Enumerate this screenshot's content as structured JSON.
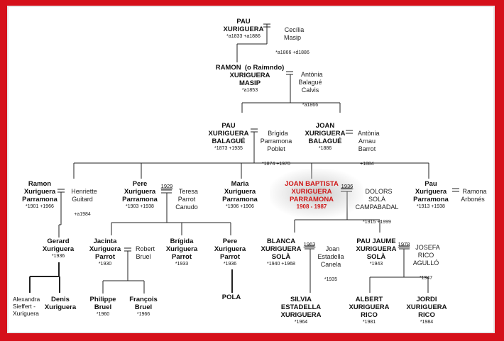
{
  "gen1": {
    "pau": {
      "name": "PAU\nXURIGUERA",
      "dates": "*a1833 +a1886"
    },
    "spouse": {
      "name": "Cecília\nMasip",
      "dates": "*a1866 +d1886"
    }
  },
  "gen2": {
    "ramon": {
      "name": "RAMON  (o Raimndo)\nXURIGUERA\nMASIP",
      "dates": "*a1853"
    },
    "spouse": {
      "name": "Antònia\nBalagué\nCalvis",
      "dates": "*a1866"
    }
  },
  "gen3": {
    "pau": {
      "name": "PAU\nXURIGUERA\nBALAGUÉ",
      "dates": "*1873 +1935"
    },
    "pau_spouse": {
      "name": "Brígida\nParramona\nPoblet",
      "dates": "*1874 +1970"
    },
    "joan": {
      "name": "JOAN\nXURIGUERA\nBALAGUÉ",
      "dates": "*1886"
    },
    "joan_spouse": {
      "name": "Antònia\nArnau\nBarrot",
      "dates": "+1884"
    }
  },
  "gen4": {
    "ramon": {
      "name": "Ramon\nXuriguera\nParramona",
      "dates": "*1901 +1966"
    },
    "ramon_spouse": {
      "name": "Henriette\nGuitard",
      "dates": "+a1984"
    },
    "pere": {
      "name": "Pere\nXuriguera\nParramona",
      "dates": "*1903 +1938"
    },
    "pere_marriage_year": "1929",
    "pere_spouse": {
      "name": "Teresa\nParrot\nCanudo",
      "dates": ""
    },
    "maria": {
      "name": "Maria\nXuriguera\nParramona",
      "dates": "*1906 +1906"
    },
    "joan_baptista": {
      "name": "JOAN BAPTISTA\nXURIGUERA\nPARRAMONA",
      "dates": "1908 - 1987"
    },
    "joan_marriage_year": "1936",
    "joan_spouse": {
      "name": "DOLORS\nSOLÀ\nCAMPABADAL",
      "dates": "*1915 +1999"
    },
    "pau": {
      "name": "Pau\nXuriguera\nParramona",
      "dates": "*1913 +1938"
    },
    "pau_spouse": {
      "name": "Ramona\nArbonés",
      "dates": ""
    }
  },
  "gen5": {
    "gerard": {
      "name": "Gerard\nXuriguera",
      "dates": "*1936"
    },
    "jacinta": {
      "name": "Jacinta\nXuriguera\nParrot",
      "dates": "*1930"
    },
    "jacinta_spouse": {
      "name": "Robert\nBruel",
      "dates": ""
    },
    "brigida": {
      "name": "Brígida\nXuriguera\nParrot",
      "dates": "*1933"
    },
    "pere": {
      "name": "Pere\nXuriguera\nParrot",
      "dates": "*1936"
    },
    "blanca": {
      "name": "BLANCA\nXURIGUERA\nSOLÀ",
      "dates": "*1940 +1968"
    },
    "blanca_marriage_year": "1963",
    "blanca_spouse": {
      "name": "Joan\nEstadella\nCanela",
      "dates": "*1935"
    },
    "pau_jaume": {
      "name": "PAU JAUME\nXURIGUERA\nSOLÀ",
      "dates": "*1943"
    },
    "pau_jaume_marriage_year": "1978",
    "pau_jaume_spouse": {
      "name": "JOSEFA\nRICO\nAGULLÓ",
      "dates": "*1947"
    }
  },
  "gen6": {
    "alexandra": "Alexandra\nSieffert -\nXuriguera",
    "denis": "Denis\nXuriguera",
    "philippe": {
      "name": "Philippe\nBruel",
      "dates": "*1960"
    },
    "francois": {
      "name": "François\nBruel",
      "dates": "*1966"
    },
    "pola": "POLA",
    "silvia": {
      "name": "SILVIA\nESTADELLA\nXURIGUERA",
      "dates": "*1964"
    },
    "albert": {
      "name": "ALBERT\nXURIGUERA\nRICO",
      "dates": "*1981"
    },
    "jordi": {
      "name": "JORDI\nXURIGUERA\nRICO",
      "dates": "*1984"
    }
  },
  "colors": {
    "frame": "#d5101a",
    "highlight": "#d01818",
    "line": "#222222"
  }
}
